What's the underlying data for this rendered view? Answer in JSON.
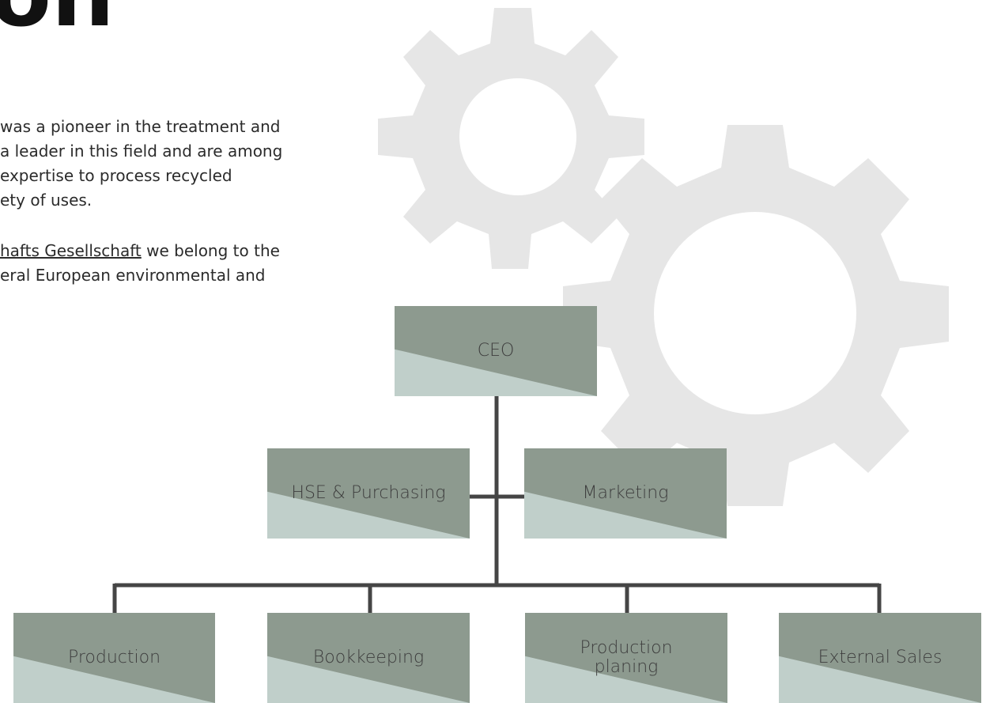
{
  "heading": "on",
  "intro": {
    "lines": [
      "was a pioneer in the treatment and",
      "a leader in this field and are among",
      "expertise to process recycled",
      "ety of uses."
    ],
    "line2_link": "hafts Gesellschaft",
    "line2_rest": " we belong to the",
    "line2_last": "eral European environmental and"
  },
  "org": {
    "ceo": "CEO",
    "hse": "HSE & Purchasing",
    "marketing": "Marketing",
    "production": "Production",
    "bookkeeping": "Bookkeeping",
    "planning": "Production\nplaning",
    "sales": "External Sales"
  },
  "colors": {
    "box": "#8d9a8f",
    "box_triangle": "#c0cfca",
    "connector": "#454545",
    "gear": "#e6e6e6"
  }
}
